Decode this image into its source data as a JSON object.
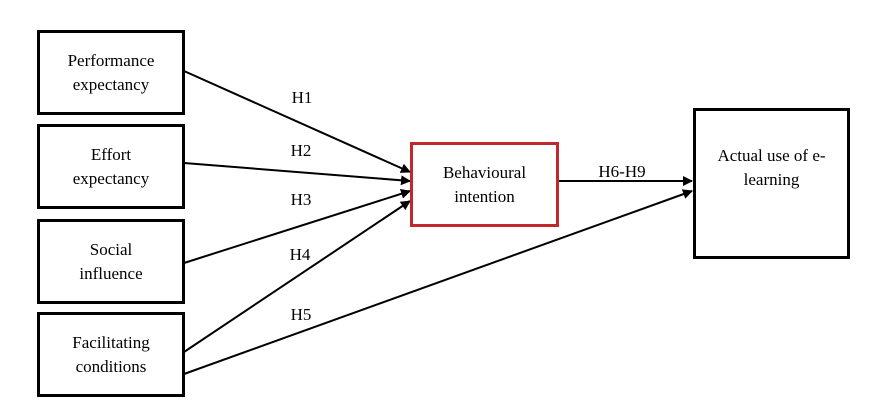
{
  "constructs": {
    "performance_expectancy": "Performance expectancy",
    "effort_expectancy": "Effort expectancy",
    "social_influence": "Social influence",
    "facilitating_conditions": "Facilitating conditions",
    "behavioural_intention": "Behavioural intention",
    "actual_use": "Actual use of e-learning"
  },
  "hypotheses": {
    "h1": "H1",
    "h2": "H2",
    "h3": "H3",
    "h4": "H4",
    "h5": "H5",
    "h6_h9": "H6-H9"
  },
  "colors": {
    "highlight": "#c0282d",
    "line": "#000000"
  }
}
